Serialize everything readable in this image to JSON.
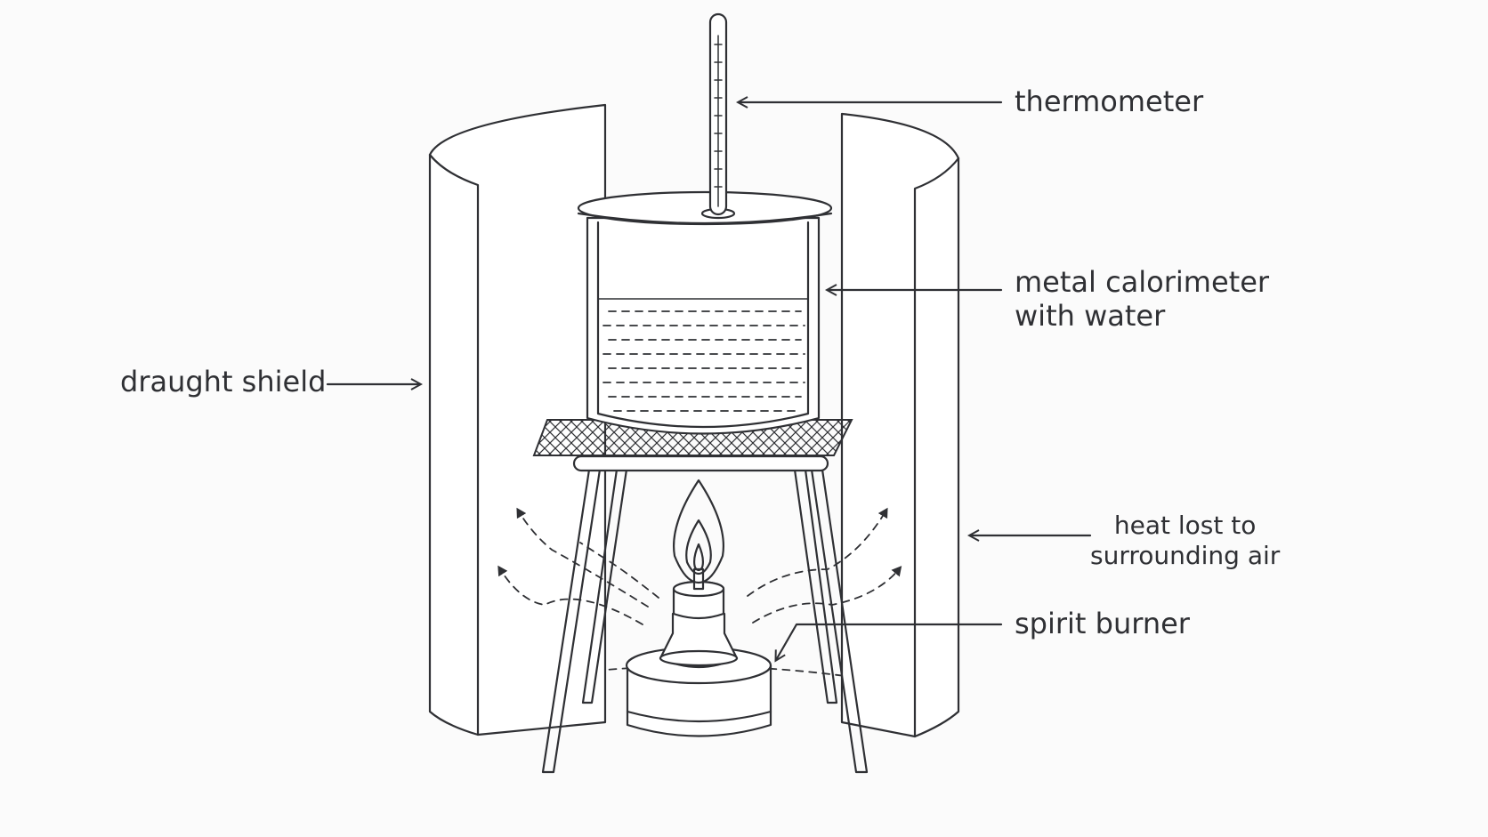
{
  "labels": {
    "thermometer": "thermometer",
    "calorimeter_line1": "metal calorimeter",
    "calorimeter_line2": "with water",
    "draught_shield": "draught shield",
    "heat_lost_line1": "heat lost to",
    "heat_lost_line2": "surrounding air",
    "spirit_burner": "spirit burner"
  },
  "colors": {
    "ink": "#2f3034",
    "background": "#fbfbfb"
  }
}
